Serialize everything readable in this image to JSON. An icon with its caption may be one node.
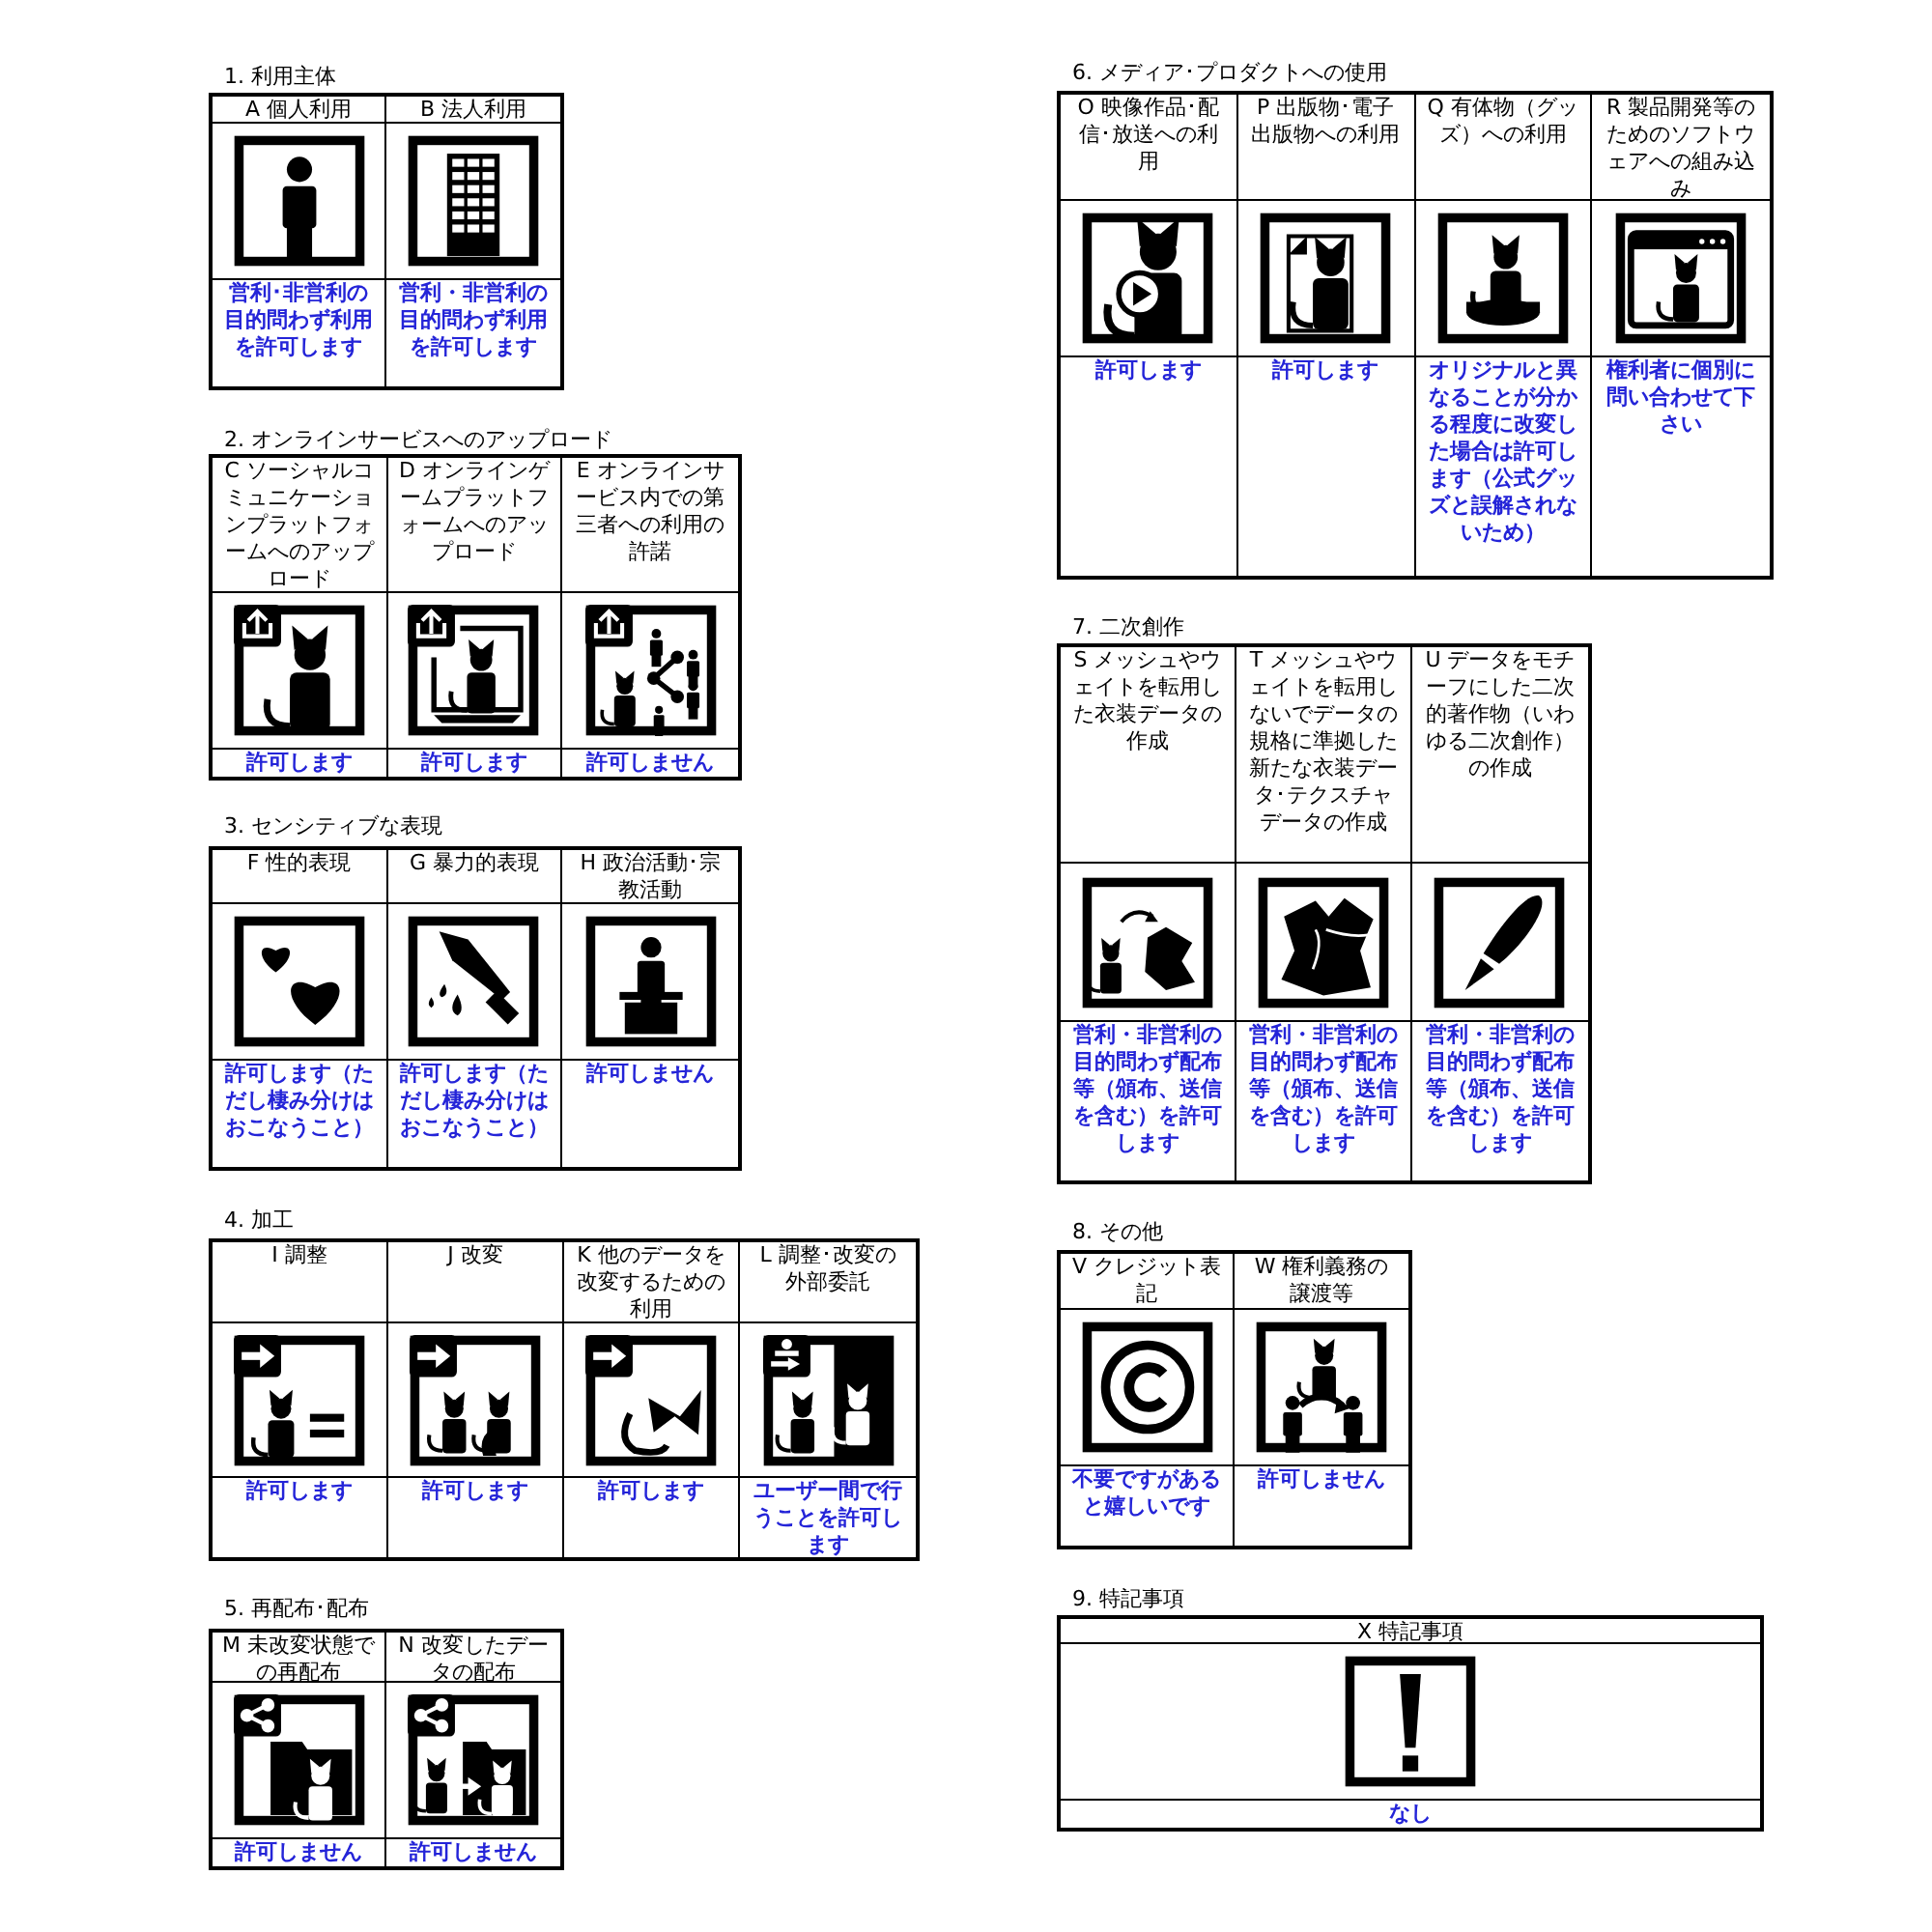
{
  "diagram": {
    "labels": [
      "1. 利用主体",
      "A 個人利用",
      "B 法人利用",
      "営利･非営利の目的問わず利用を許可します",
      "営利・非営利の目的問わず利用を許可します",
      "2. オンラインサービスへのアップロード",
      "C ソーシャルコミュニケーションプラットフォームへのアップロード",
      "D オンラインゲームプラットフォームへのアップロード",
      "E オンラインサービス内での第三者への利用の許諾",
      "許可します",
      "許可します",
      "許可しません",
      "3. センシティブな表現",
      "F 性的表現",
      "G 暴力的表現",
      "H 政治活動･宗教活動",
      "許可します（ただし棲み分けはおこなうこと）",
      "許可します（ただし棲み分けはおこなうこと）",
      "許可しません",
      "4. 加工",
      "I 調整",
      "J 改変",
      "K 他のデータを改変するための利用",
      "L 調整･改変の外部委託",
      "許可します",
      "許可します",
      "許可します",
      "ユーザー間で行うことを許可します",
      "5. 再配布･配布",
      "M 未改変状態での再配布",
      "N 改変したデータの配布",
      "許可しません",
      "許可しません",
      "6. メディア･プロダクトへの使用",
      "O 映像作品･配信･放送への利用",
      "P 出版物･電子出版物への利用",
      "Q 有体物（グッズ）への利用",
      "R 製品開発等のためのソフトウェアへの組み込み",
      "許可します",
      "許可します",
      "オリジナルと異なることが分かる程度に改変した場合は許可します（公式グッズと誤解されないため）",
      "権利者に個別に問い合わせて下さい",
      "7. 二次創作",
      "S メッシュやウェイトを転用した衣装データの作成",
      "T メッシュやウェイトを転用しないでデータの規格に準拠した新たな衣装データ･テクスチャデータの作成",
      "U データをモチーフにした二次的著作物（いわゆる二次創作）の作成",
      "営利・非営利の目的問わず配布等（頒布、送信を含む）を許可します",
      "営利・非営利の目的問わず配布等（頒布、送信を含む）を許可します",
      "営利・非営利の目的問わず配布等（頒布、送信を含む）を許可します",
      "8. その他",
      "V クレジット表記",
      "W 権利義務の譲渡等",
      "不要ですがあると嬉しいです",
      "許可しません",
      "9. 特記事項",
      "X 特記事項",
      "なし"
    ]
  }
}
